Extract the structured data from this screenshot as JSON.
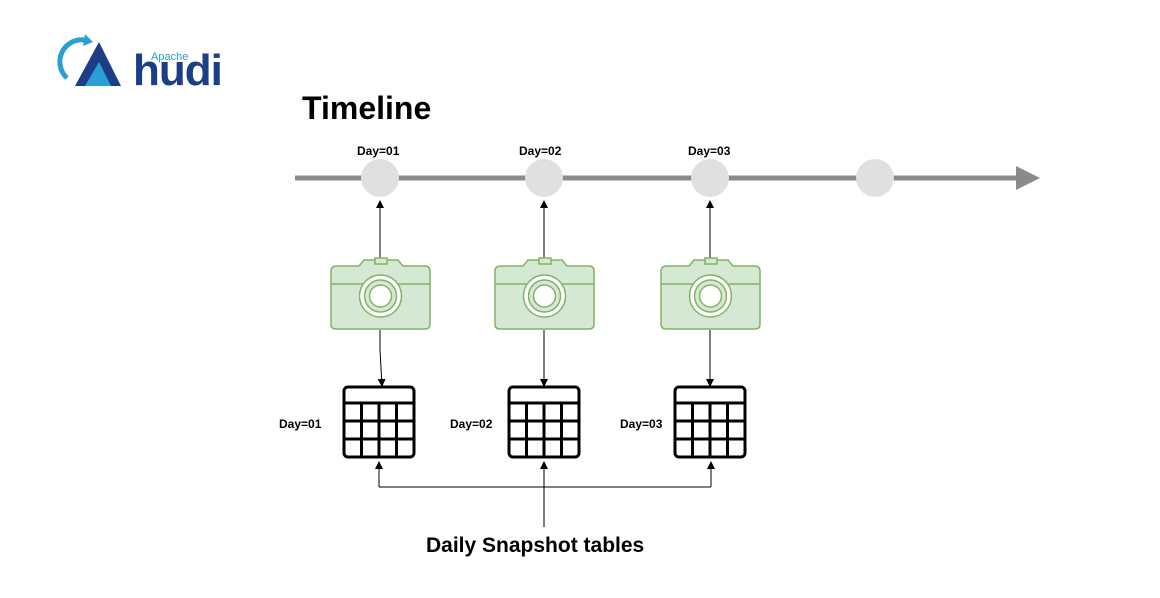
{
  "logo": {
    "small_text": "Apache",
    "word": "hudi"
  },
  "title": "Timeline",
  "timeline": {
    "labels": [
      "Day=01",
      "Day=02",
      "Day=03"
    ]
  },
  "tables": {
    "labels": [
      "Day=01",
      "Day=02",
      "Day=03"
    ]
  },
  "caption": "Daily Snapshot tables",
  "colors": {
    "timeline": "#8a8a8a",
    "node": "#e0e0e0",
    "camera_fill": "#d5e8d4",
    "camera_stroke": "#82b366",
    "logo_dark": "#1c3e86",
    "logo_light": "#2a9fd6"
  },
  "icons": [
    "hudi-logo-icon",
    "camera-icon",
    "table-icon",
    "arrow-icon"
  ]
}
